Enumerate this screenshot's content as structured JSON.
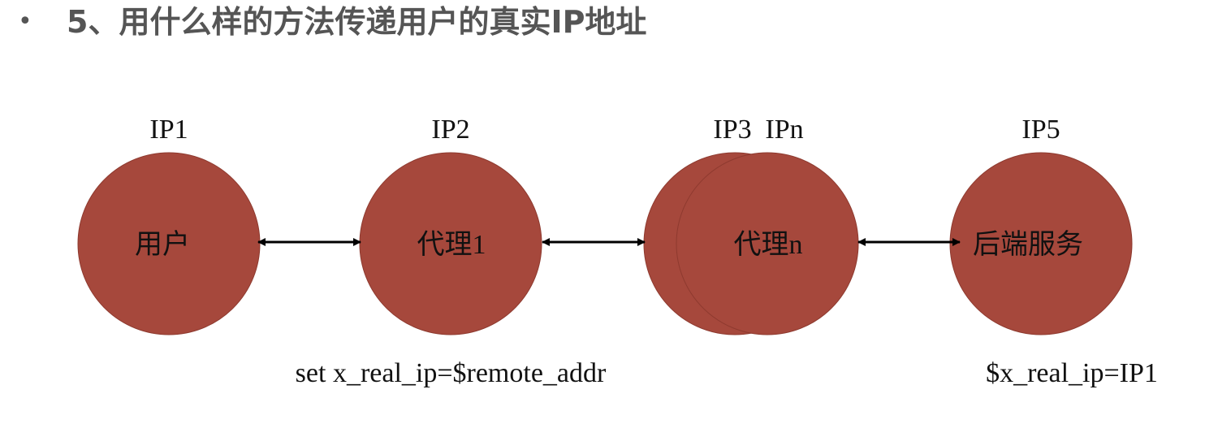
{
  "slide": {
    "bullet": "•",
    "title": "5、用什么样的方法传递用户的真实IP地址"
  },
  "colors": {
    "node_fill": "#a6483c",
    "node_edge": "#8e3a2f",
    "arrow": "#000000",
    "title_text": "#555555"
  },
  "diagram": {
    "nodes": [
      {
        "id": "user",
        "ip_label": "IP1",
        "label": "用户"
      },
      {
        "id": "proxy1",
        "ip_label": "IP2",
        "label": "代理1"
      },
      {
        "id": "proxy_back",
        "ip_label": "IP3",
        "label": ""
      },
      {
        "id": "proxyn",
        "ip_label": "IPn",
        "label": "代理n"
      },
      {
        "id": "backend",
        "ip_label": "IP5",
        "label": "后端服务"
      }
    ],
    "edges": [
      {
        "from": "user",
        "to": "proxy1",
        "bidirectional": true
      },
      {
        "from": "proxy1",
        "to": "proxy_back",
        "bidirectional": true
      },
      {
        "from": "proxyn",
        "to": "backend",
        "bidirectional": true
      }
    ],
    "notes": {
      "proxy1": "set x_real_ip=$remote_addr",
      "backend": "$x_real_ip=IP1"
    }
  }
}
